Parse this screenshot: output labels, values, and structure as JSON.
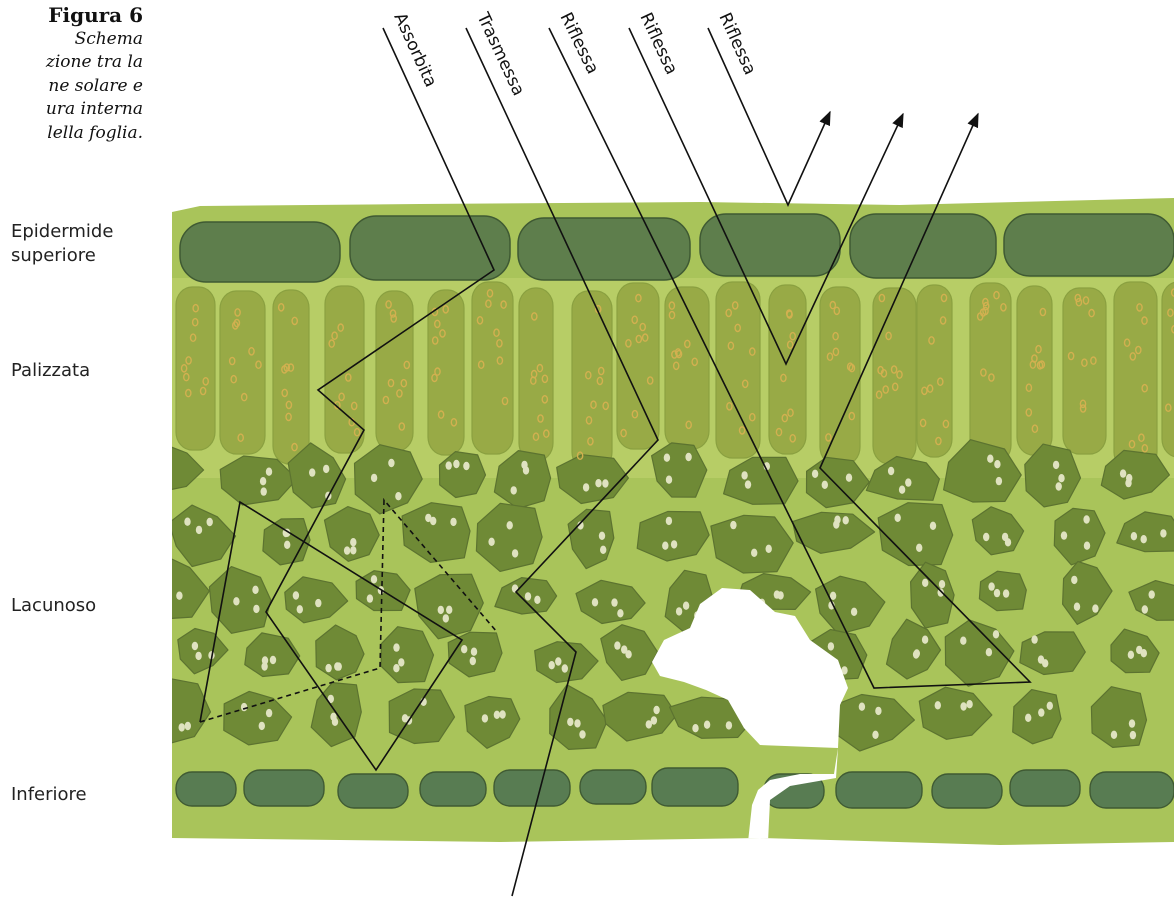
{
  "caption": {
    "title": "Figura 6",
    "lines": [
      "Schema",
      "zione tra la",
      "ne solare e",
      "ura interna",
      "lella foglia."
    ]
  },
  "layer_labels": {
    "epidermis_top_line1": "Epidermide",
    "epidermis_top_line2": "superiore",
    "palisade": "Palizzata",
    "spongy": "Lacunoso",
    "lower": "Inferiore"
  },
  "ray_labels": {
    "absorbed": "Assorbita",
    "transmitted": "Trasmessa",
    "reflected_1": "Riflessa",
    "reflected_2": "Riflessa",
    "reflected_3": "Riflessa"
  },
  "colors": {
    "tissue_background": "#a9c45a",
    "mesophyll_wall": "#b9d470",
    "upper_epidermis_cell": "#5e7e4c",
    "lower_epidermis_cell": "#587c52",
    "palisade_cell": "#98aa46",
    "spongy_cell": "#6f8a36",
    "chloroplast_palisade": "#d2b050",
    "chloroplast_spongy": "#dfe2c0",
    "ray_line": "#111111",
    "air_space": "#ffffff"
  }
}
